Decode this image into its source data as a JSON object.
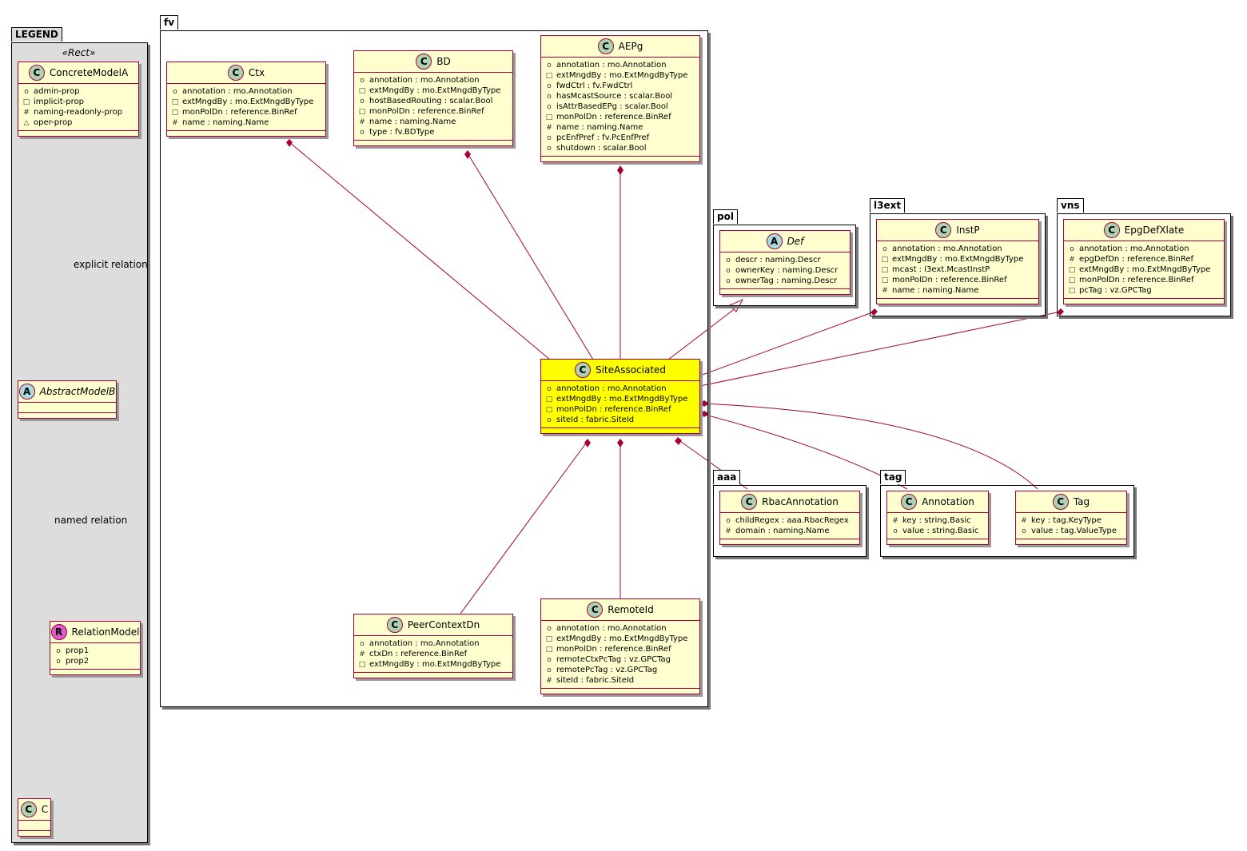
{
  "legend": {
    "title": "LEGEND",
    "stereotype": "«Rect»",
    "concrete": {
      "name": "ConcreteModelA",
      "icon": "C",
      "attrs": [
        {
          "vis": "+",
          "text": "admin-prop"
        },
        {
          "vis": "-",
          "text": "implicit-prop"
        },
        {
          "vis": "#",
          "text": "naming-readonly-prop"
        },
        {
          "vis": "~",
          "text": "oper-prop"
        }
      ]
    },
    "abstract": {
      "name": "AbstractModelB",
      "icon": "A"
    },
    "relation": {
      "name": "RelationModel",
      "icon": "R",
      "attrs": [
        {
          "vis": "+",
          "text": "prop1"
        },
        {
          "vis": "+",
          "text": "prop2"
        }
      ]
    },
    "c": {
      "name": "C",
      "icon": "C"
    },
    "explicit_label": "explicit relation",
    "named_label": "named relation"
  },
  "packages": {
    "fv": "fv",
    "pol": "pol",
    "l3ext": "l3ext",
    "vns": "vns",
    "aaa": "aaa",
    "tag": "tag"
  },
  "classes": {
    "ctx": {
      "name": "Ctx",
      "icon": "C",
      "attrs": [
        {
          "vis": "+",
          "text": "annotation : mo.Annotation"
        },
        {
          "vis": "-",
          "text": "extMngdBy : mo.ExtMngdByType"
        },
        {
          "vis": "-",
          "text": "monPolDn : reference.BinRef"
        },
        {
          "vis": "#",
          "text": "name : naming.Name"
        }
      ]
    },
    "bd": {
      "name": "BD",
      "icon": "C",
      "attrs": [
        {
          "vis": "+",
          "text": "annotation : mo.Annotation"
        },
        {
          "vis": "-",
          "text": "extMngdBy : mo.ExtMngdByType"
        },
        {
          "vis": "+",
          "text": "hostBasedRouting : scalar.Bool"
        },
        {
          "vis": "-",
          "text": "monPolDn : reference.BinRef"
        },
        {
          "vis": "#",
          "text": "name : naming.Name"
        },
        {
          "vis": "+",
          "text": "type : fv.BDType"
        }
      ]
    },
    "aepg": {
      "name": "AEPg",
      "icon": "C",
      "attrs": [
        {
          "vis": "+",
          "text": "annotation : mo.Annotation"
        },
        {
          "vis": "-",
          "text": "extMngdBy : mo.ExtMngdByType"
        },
        {
          "vis": "+",
          "text": "fwdCtrl : fv.FwdCtrl"
        },
        {
          "vis": "+",
          "text": "hasMcastSource : scalar.Bool"
        },
        {
          "vis": "+",
          "text": "isAttrBasedEPg : scalar.Bool"
        },
        {
          "vis": "-",
          "text": "monPolDn : reference.BinRef"
        },
        {
          "vis": "#",
          "text": "name : naming.Name"
        },
        {
          "vis": "+",
          "text": "pcEnfPref : fv.PcEnfPref"
        },
        {
          "vis": "+",
          "text": "shutdown : scalar.Bool"
        }
      ]
    },
    "site": {
      "name": "SiteAssociated",
      "icon": "C",
      "attrs": [
        {
          "vis": "+",
          "text": "annotation : mo.Annotation"
        },
        {
          "vis": "-",
          "text": "extMngdBy : mo.ExtMngdByType"
        },
        {
          "vis": "-",
          "text": "monPolDn : reference.BinRef"
        },
        {
          "vis": "+",
          "text": "siteId : fabric.SiteId"
        }
      ]
    },
    "peer": {
      "name": "PeerContextDn",
      "icon": "C",
      "attrs": [
        {
          "vis": "+",
          "text": "annotation : mo.Annotation"
        },
        {
          "vis": "#",
          "text": "ctxDn : reference.BinRef"
        },
        {
          "vis": "-",
          "text": "extMngdBy : mo.ExtMngdByType"
        }
      ]
    },
    "remote": {
      "name": "RemoteId",
      "icon": "C",
      "attrs": [
        {
          "vis": "+",
          "text": "annotation : mo.Annotation"
        },
        {
          "vis": "-",
          "text": "extMngdBy : mo.ExtMngdByType"
        },
        {
          "vis": "-",
          "text": "monPolDn : reference.BinRef"
        },
        {
          "vis": "+",
          "text": "remoteCtxPcTag : vz.GPCTag"
        },
        {
          "vis": "+",
          "text": "remotePcTag : vz.GPCTag"
        },
        {
          "vis": "#",
          "text": "siteId : fabric.SiteId"
        }
      ]
    },
    "def": {
      "name": "Def",
      "icon": "A",
      "attrs": [
        {
          "vis": "+",
          "text": "descr : naming.Descr"
        },
        {
          "vis": "+",
          "text": "ownerKey : naming.Descr"
        },
        {
          "vis": "+",
          "text": "ownerTag : naming.Descr"
        }
      ]
    },
    "instp": {
      "name": "InstP",
      "icon": "C",
      "attrs": [
        {
          "vis": "+",
          "text": "annotation : mo.Annotation"
        },
        {
          "vis": "-",
          "text": "extMngdBy : mo.ExtMngdByType"
        },
        {
          "vis": "-",
          "text": "mcast : l3ext.McastInstP"
        },
        {
          "vis": "-",
          "text": "monPolDn : reference.BinRef"
        },
        {
          "vis": "#",
          "text": "name : naming.Name"
        }
      ]
    },
    "epg": {
      "name": "EpgDefXlate",
      "icon": "C",
      "attrs": [
        {
          "vis": "+",
          "text": "annotation : mo.Annotation"
        },
        {
          "vis": "#",
          "text": "epgDefDn : reference.BinRef"
        },
        {
          "vis": "-",
          "text": "extMngdBy : mo.ExtMngdByType"
        },
        {
          "vis": "-",
          "text": "monPolDn : reference.BinRef"
        },
        {
          "vis": "-",
          "text": "pcTag : vz.GPCTag"
        }
      ]
    },
    "rbac": {
      "name": "RbacAnnotation",
      "icon": "C",
      "attrs": [
        {
          "vis": "+",
          "text": "childRegex : aaa.RbacRegex"
        },
        {
          "vis": "#",
          "text": "domain : naming.Name"
        }
      ]
    },
    "annotation": {
      "name": "Annotation",
      "icon": "C",
      "attrs": [
        {
          "vis": "#",
          "text": "key : string.Basic"
        },
        {
          "vis": "+",
          "text": "value : string.Basic"
        }
      ]
    },
    "tag": {
      "name": "Tag",
      "icon": "C",
      "attrs": [
        {
          "vis": "#",
          "text": "key : tag.KeyType"
        },
        {
          "vis": "+",
          "text": "value : tag.ValueType"
        }
      ]
    }
  },
  "colors": {
    "class_bg": "#fefece",
    "border": "#a80036",
    "highlight": "#ffff00",
    "legend_bg": "#dddddd"
  }
}
